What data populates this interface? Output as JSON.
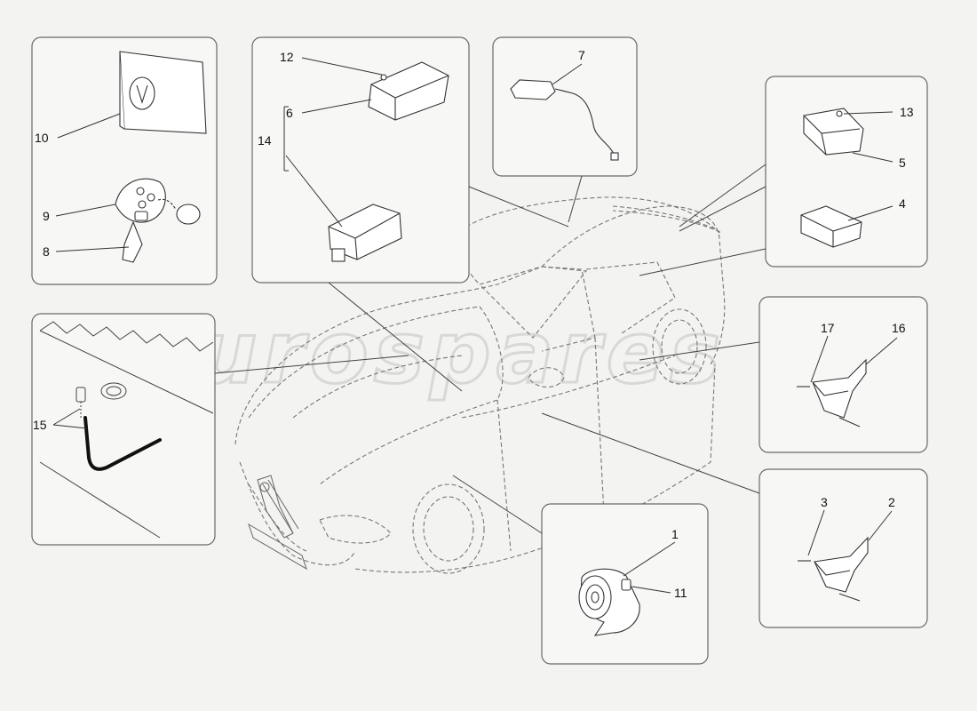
{
  "watermark": "eurospares",
  "callouts": {
    "c1": "1",
    "c2": "2",
    "c3": "3",
    "c4": "4",
    "c5": "5",
    "c6": "6",
    "c7": "7",
    "c8": "8",
    "c9": "9",
    "c10": "10",
    "c11": "11",
    "c12": "12",
    "c13": "13",
    "c14": "14",
    "c15": "15",
    "c16": "16",
    "c17": "17"
  },
  "colors": {
    "line": "#3a3a3a",
    "panel_border": "#6a6a6a",
    "panel_fill": "#f7f7f5",
    "background": "#f3f3f1"
  }
}
